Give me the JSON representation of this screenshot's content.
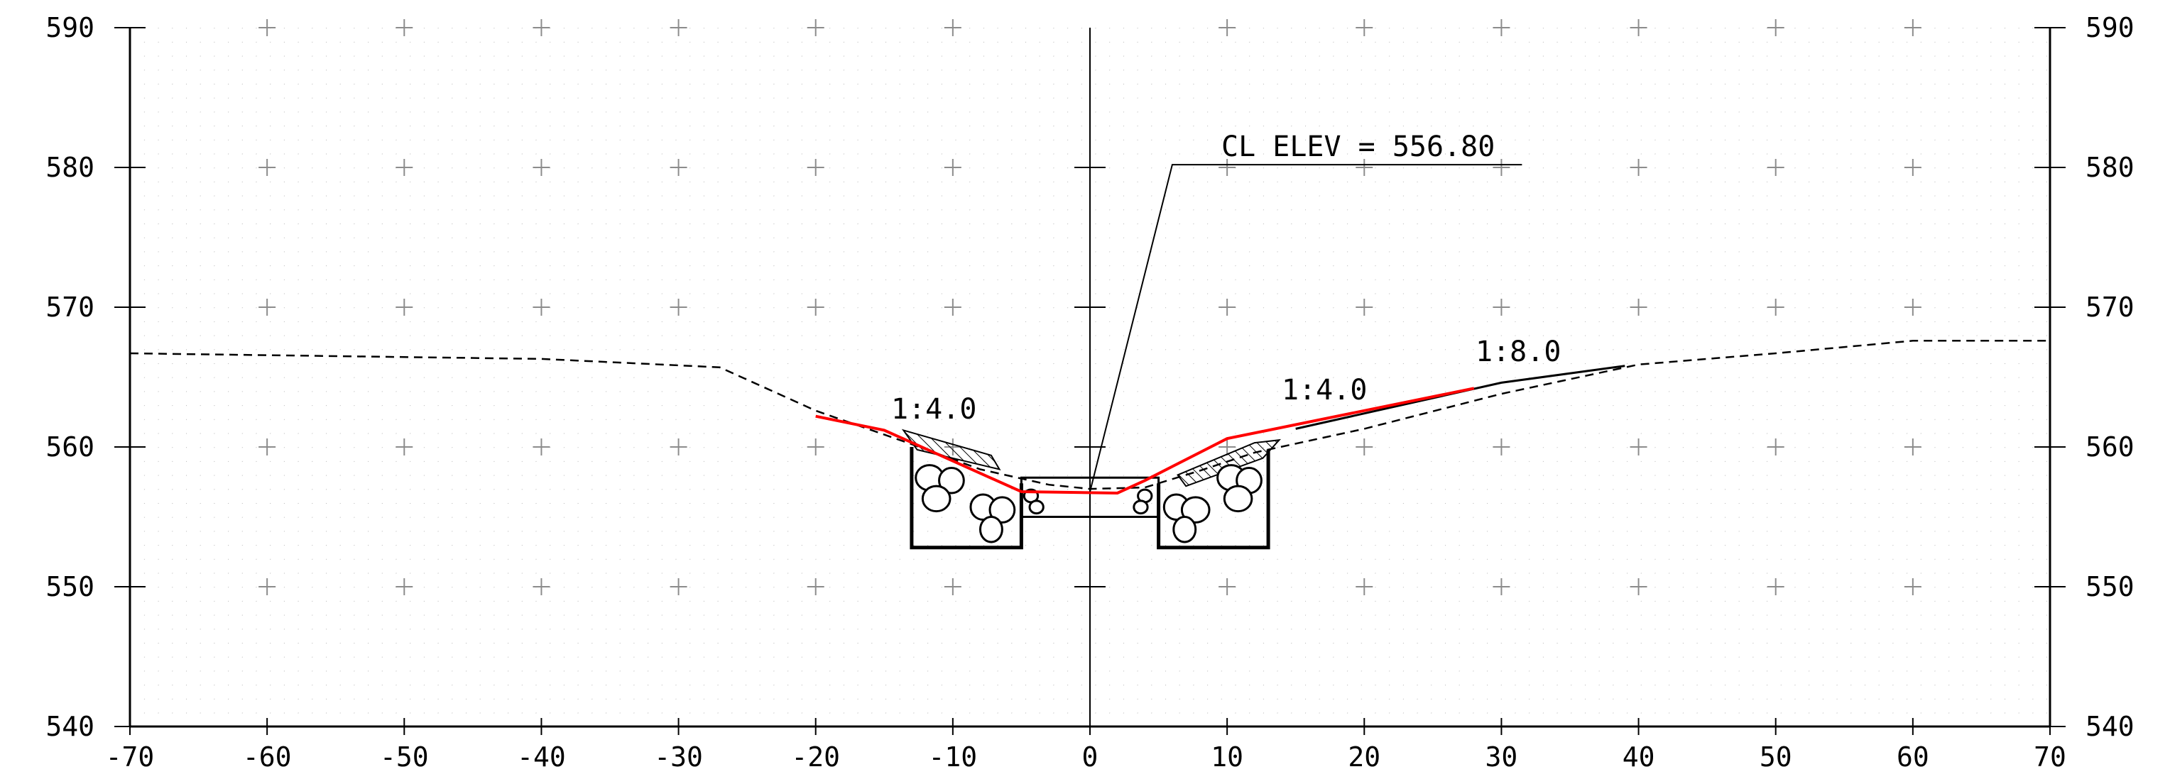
{
  "chart_data": {
    "type": "cross-section",
    "xlim": [
      -70,
      70
    ],
    "ylim": [
      540,
      590
    ],
    "x_ticks": [
      "-70",
      "-60",
      "-50",
      "-40",
      "-30",
      "-20",
      "-10",
      "0",
      "10",
      "20",
      "30",
      "40",
      "50",
      "60",
      "70"
    ],
    "x_tick_values": [
      -70,
      -60,
      -50,
      -40,
      -30,
      -20,
      -10,
      0,
      10,
      20,
      30,
      40,
      50,
      60,
      70
    ],
    "y_ticks": [
      "540",
      "550",
      "560",
      "570",
      "580",
      "590"
    ],
    "y_tick_values": [
      540,
      550,
      560,
      570,
      580,
      590
    ],
    "grid": "crosses at 10-unit intervals with fine dot grid",
    "annotations": {
      "cl_elev": "CL ELEV = 556.80",
      "slope_left": "1:4.0",
      "slope_right": "1:4.0",
      "slope_far_right": "1:8.0"
    },
    "existing_ground": {
      "style": "dashed",
      "color": "#000000",
      "points": [
        [
          -70,
          566.7
        ],
        [
          -40,
          566.3
        ],
        [
          -27,
          565.7
        ],
        [
          -20,
          562.6
        ],
        [
          -13,
          560.2
        ],
        [
          -8,
          558.4
        ],
        [
          -3,
          557.3
        ],
        [
          0,
          557.0
        ],
        [
          4,
          557.1
        ],
        [
          8,
          558.3
        ],
        [
          12,
          559.6
        ],
        [
          20,
          561.3
        ],
        [
          30,
          563.8
        ],
        [
          40,
          565.9
        ],
        [
          50,
          566.7
        ],
        [
          60,
          567.6
        ],
        [
          70,
          567.6
        ]
      ]
    },
    "proposed_section": {
      "style": "solid",
      "color": "#ff0000",
      "points": [
        [
          -20,
          562.2
        ],
        [
          -15,
          561.2
        ],
        [
          -5,
          556.8
        ],
        [
          2,
          556.7
        ],
        [
          4,
          557.6
        ],
        [
          10,
          560.6
        ],
        [
          28,
          564.2
        ]
      ]
    },
    "tie_in": {
      "style": "solid",
      "color": "#000000",
      "points": [
        [
          15,
          561.3
        ],
        [
          30,
          564.6
        ],
        [
          39,
          565.8
        ]
      ]
    },
    "structures": {
      "left_block": [
        [
          -13.0,
          560.0
        ],
        [
          -13.0,
          552.8
        ],
        [
          -5.0,
          552.8
        ],
        [
          -5.0,
          557.4
        ]
      ],
      "right_block": [
        [
          5.0,
          557.4
        ],
        [
          5.0,
          552.8
        ],
        [
          13.0,
          552.8
        ],
        [
          13.0,
          559.8
        ]
      ],
      "channel": [
        [
          -5.0,
          557.8
        ],
        [
          5.0,
          557.8
        ],
        [
          5.0,
          555.0
        ],
        [
          -5.0,
          555.0
        ]
      ]
    },
    "colors": {
      "proposed": "#ff0000",
      "linework": "#000000",
      "grid": "#a0a0a0"
    }
  }
}
